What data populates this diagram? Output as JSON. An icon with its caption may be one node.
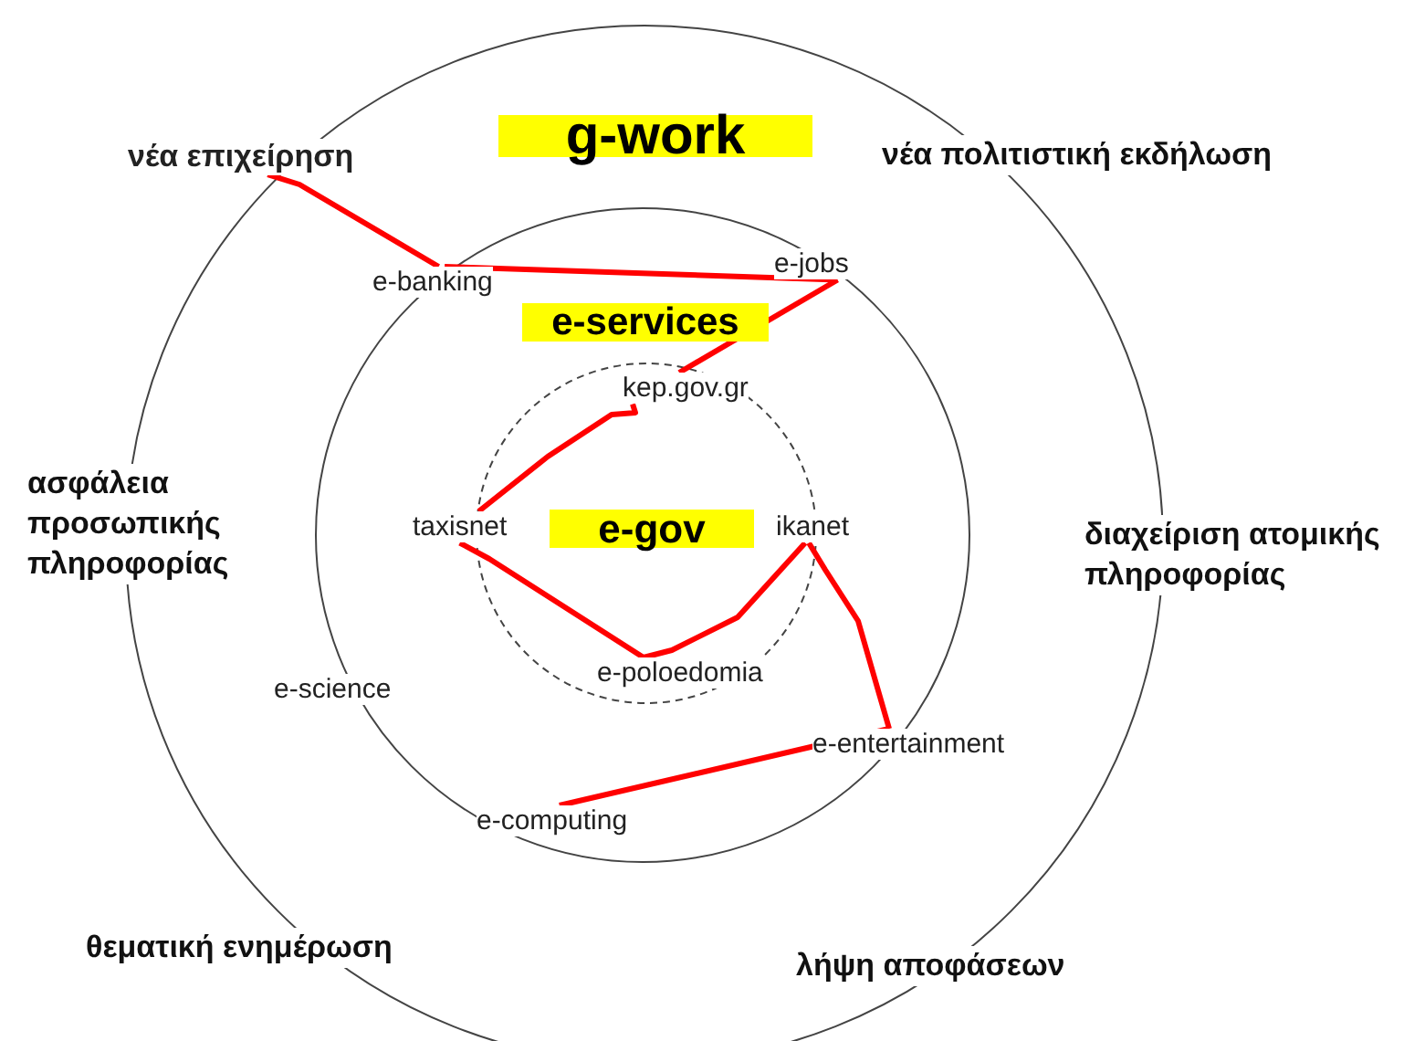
{
  "diagram": {
    "nodes": [
      {
        "text": [
          "νέα επιχείρηση"
        ]
      },
      {
        "text": [
          "e-banking"
        ]
      },
      {
        "text": [
          "e-jobs"
        ]
      },
      {
        "text": [
          "kep.gov.gr"
        ]
      },
      {
        "text": [
          "taxisnet"
        ]
      },
      {
        "text": [
          "ikanet"
        ]
      },
      {
        "text": [
          "e-poloedomia"
        ]
      },
      {
        "text": [
          "e-science"
        ]
      },
      {
        "text": [
          "e-entertainment"
        ]
      },
      {
        "text": [
          "e-computing"
        ]
      }
    ],
    "edges": [
      {
        "from": 0,
        "to": 1,
        "arrow": "none"
      },
      {
        "from": 1,
        "to": 2,
        "arrow": "none"
      },
      {
        "from": 2,
        "to": 3,
        "arrow": "none"
      },
      {
        "from": 3,
        "to": 4,
        "arrow": "none"
      },
      {
        "from": 4,
        "to": 6,
        "arrow": "none"
      },
      {
        "from": 6,
        "to": 5,
        "arrow": "none"
      },
      {
        "from": 5,
        "to": 8,
        "arrow": "none"
      },
      {
        "from": 8,
        "to": 9,
        "arrow": "none"
      }
    ],
    "labels": [
      "g-work",
      "νέα πολιτιστική εκδήλωση",
      "e-services",
      "ασφάλεια προσωπικής πληροφορίας",
      "e-gov",
      "διαχείριση ατομικής πληροφορίας",
      "θεματική ενημέρωση",
      "λήψη αποφάσεων"
    ]
  }
}
